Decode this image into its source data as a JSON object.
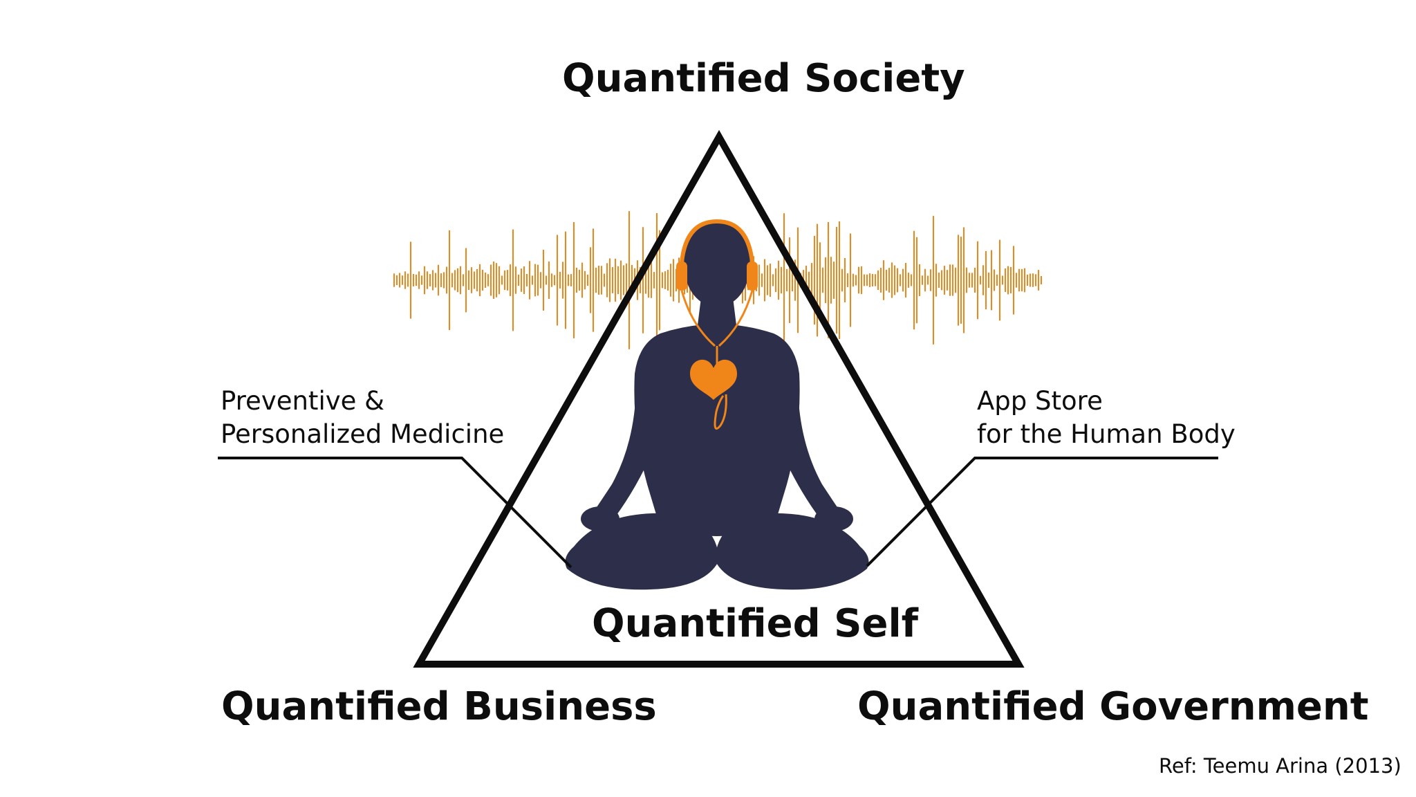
{
  "diagram": {
    "top_label": "Quantified Society",
    "center_label": "Quantified Self",
    "bottom_left_label": "Quantified Business",
    "bottom_right_label": "Quantified Government",
    "left_callout": {
      "line1": "Preventive &",
      "line2": "Personalized Medicine"
    },
    "right_callout": {
      "line1": "App Store",
      "line2": "for the Human Body"
    },
    "reference": "Ref: Teemu Arina (2013)"
  },
  "colors": {
    "accent": "#f0861a",
    "figure": "#2d2f4a",
    "outline": "#0d0d0d",
    "background": "#ffffff"
  },
  "icons": [
    "meditating-person-icon",
    "headphones-icon",
    "heart-icon",
    "sound-wave-icon"
  ]
}
